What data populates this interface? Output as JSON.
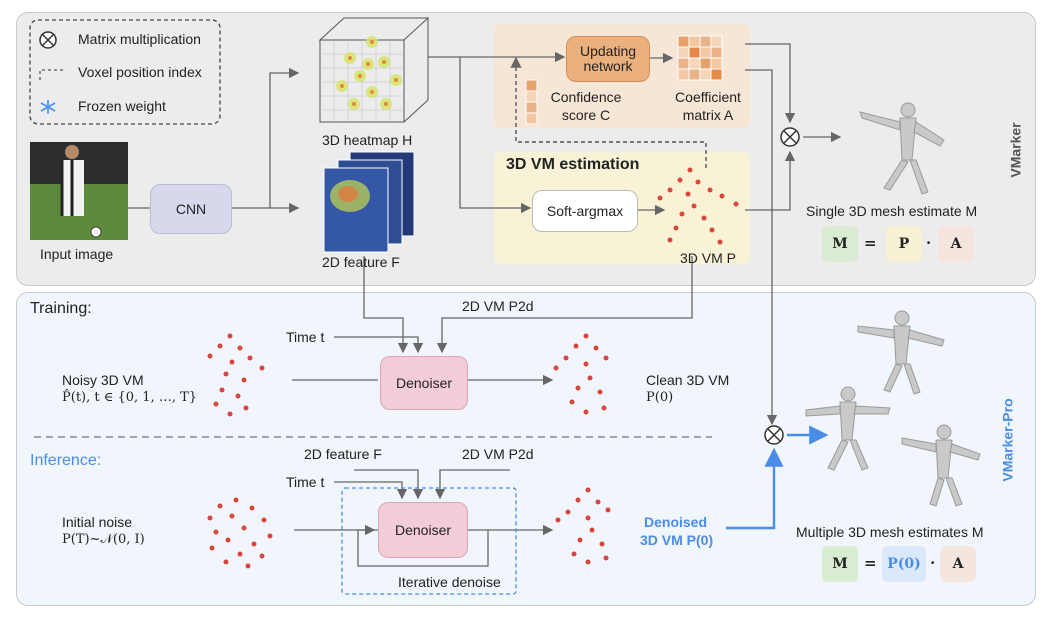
{
  "legend": {
    "matmul": "Matrix multiplication",
    "voxel": "Voxel position index",
    "frozen": "Frozen weight"
  },
  "top": {
    "input_image": "Input image",
    "cnn": "CNN",
    "heatmap": "3D heatmap H",
    "feature": "2D feature F",
    "updating": "Updating network",
    "confidence": "Confidence score C",
    "coefficient": "Coefficient matrix A",
    "vm_est": "3D VM estimation",
    "softargmax": "Soft-argmax",
    "vm_p": "3D VM P",
    "single": "Single 3D mesh estimate M",
    "vmarker": "VMarker",
    "eq": [
      "M",
      "=",
      "P",
      "·",
      "A"
    ]
  },
  "training": {
    "title": "Training:",
    "vm2d": "2D VM P2d",
    "time": "Time t",
    "noisy1": "Noisy 3D VM",
    "noisy2": "P̂(t), t ∈ {0, 1, …, T}",
    "denoiser": "Denoiser",
    "clean1": "Clean 3D VM",
    "clean2": "P(0)"
  },
  "inference": {
    "title": "Inference:",
    "feature": "2D feature F",
    "vm2d": "2D VM P2d",
    "time": "Time t",
    "noise1": "Initial noise",
    "noise2": "P(T)~𝒩(0, I)",
    "denoiser": "Denoiser",
    "iterative": "Iterative denoise",
    "denoised1": "Denoised",
    "denoised2": "3D VM P(0)",
    "multiple": "Multiple 3D mesh estimates M",
    "vmarker_pro": "VMarker-Pro",
    "eq": [
      "M",
      "=",
      "P(0)",
      "·",
      "A"
    ]
  },
  "colors": {
    "accent_blue": "#4a8de8",
    "denoiser": "#f2ccd6",
    "updating": "#eab07d",
    "cnn": "#d7d8ec"
  }
}
